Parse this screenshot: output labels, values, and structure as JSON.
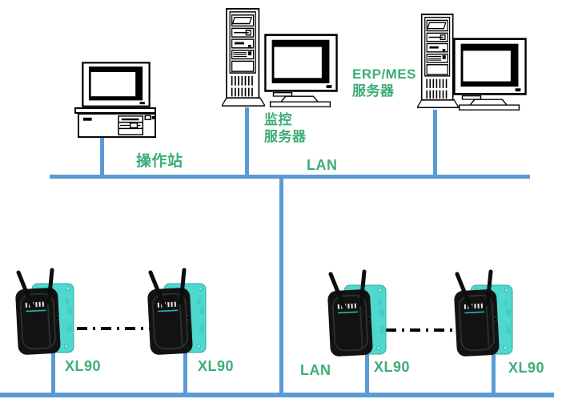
{
  "colors": {
    "bus_blue": "#5B9BD5",
    "label_green": "#3CAE76",
    "device_teal": "#4FD8CE",
    "device_body_black": "#121212"
  },
  "nodes": {
    "operator_station": {
      "label": "操作站",
      "type": "desktop-pc"
    },
    "monitor_server": {
      "label_line1": "监控",
      "label_line2": "服务器",
      "type": "tower-server-with-monitor"
    },
    "erp_mes_server": {
      "label_line1": "ERP/MES",
      "label_line2": "服务器",
      "type": "tower-server-with-monitor"
    },
    "wireless_modules": [
      {
        "label": "XL90"
      },
      {
        "label": "XL90"
      },
      {
        "label": "XL90"
      },
      {
        "label": "XL90"
      }
    ]
  },
  "buses": {
    "top_lan": "LAN",
    "bottom_lan": "LAN"
  }
}
